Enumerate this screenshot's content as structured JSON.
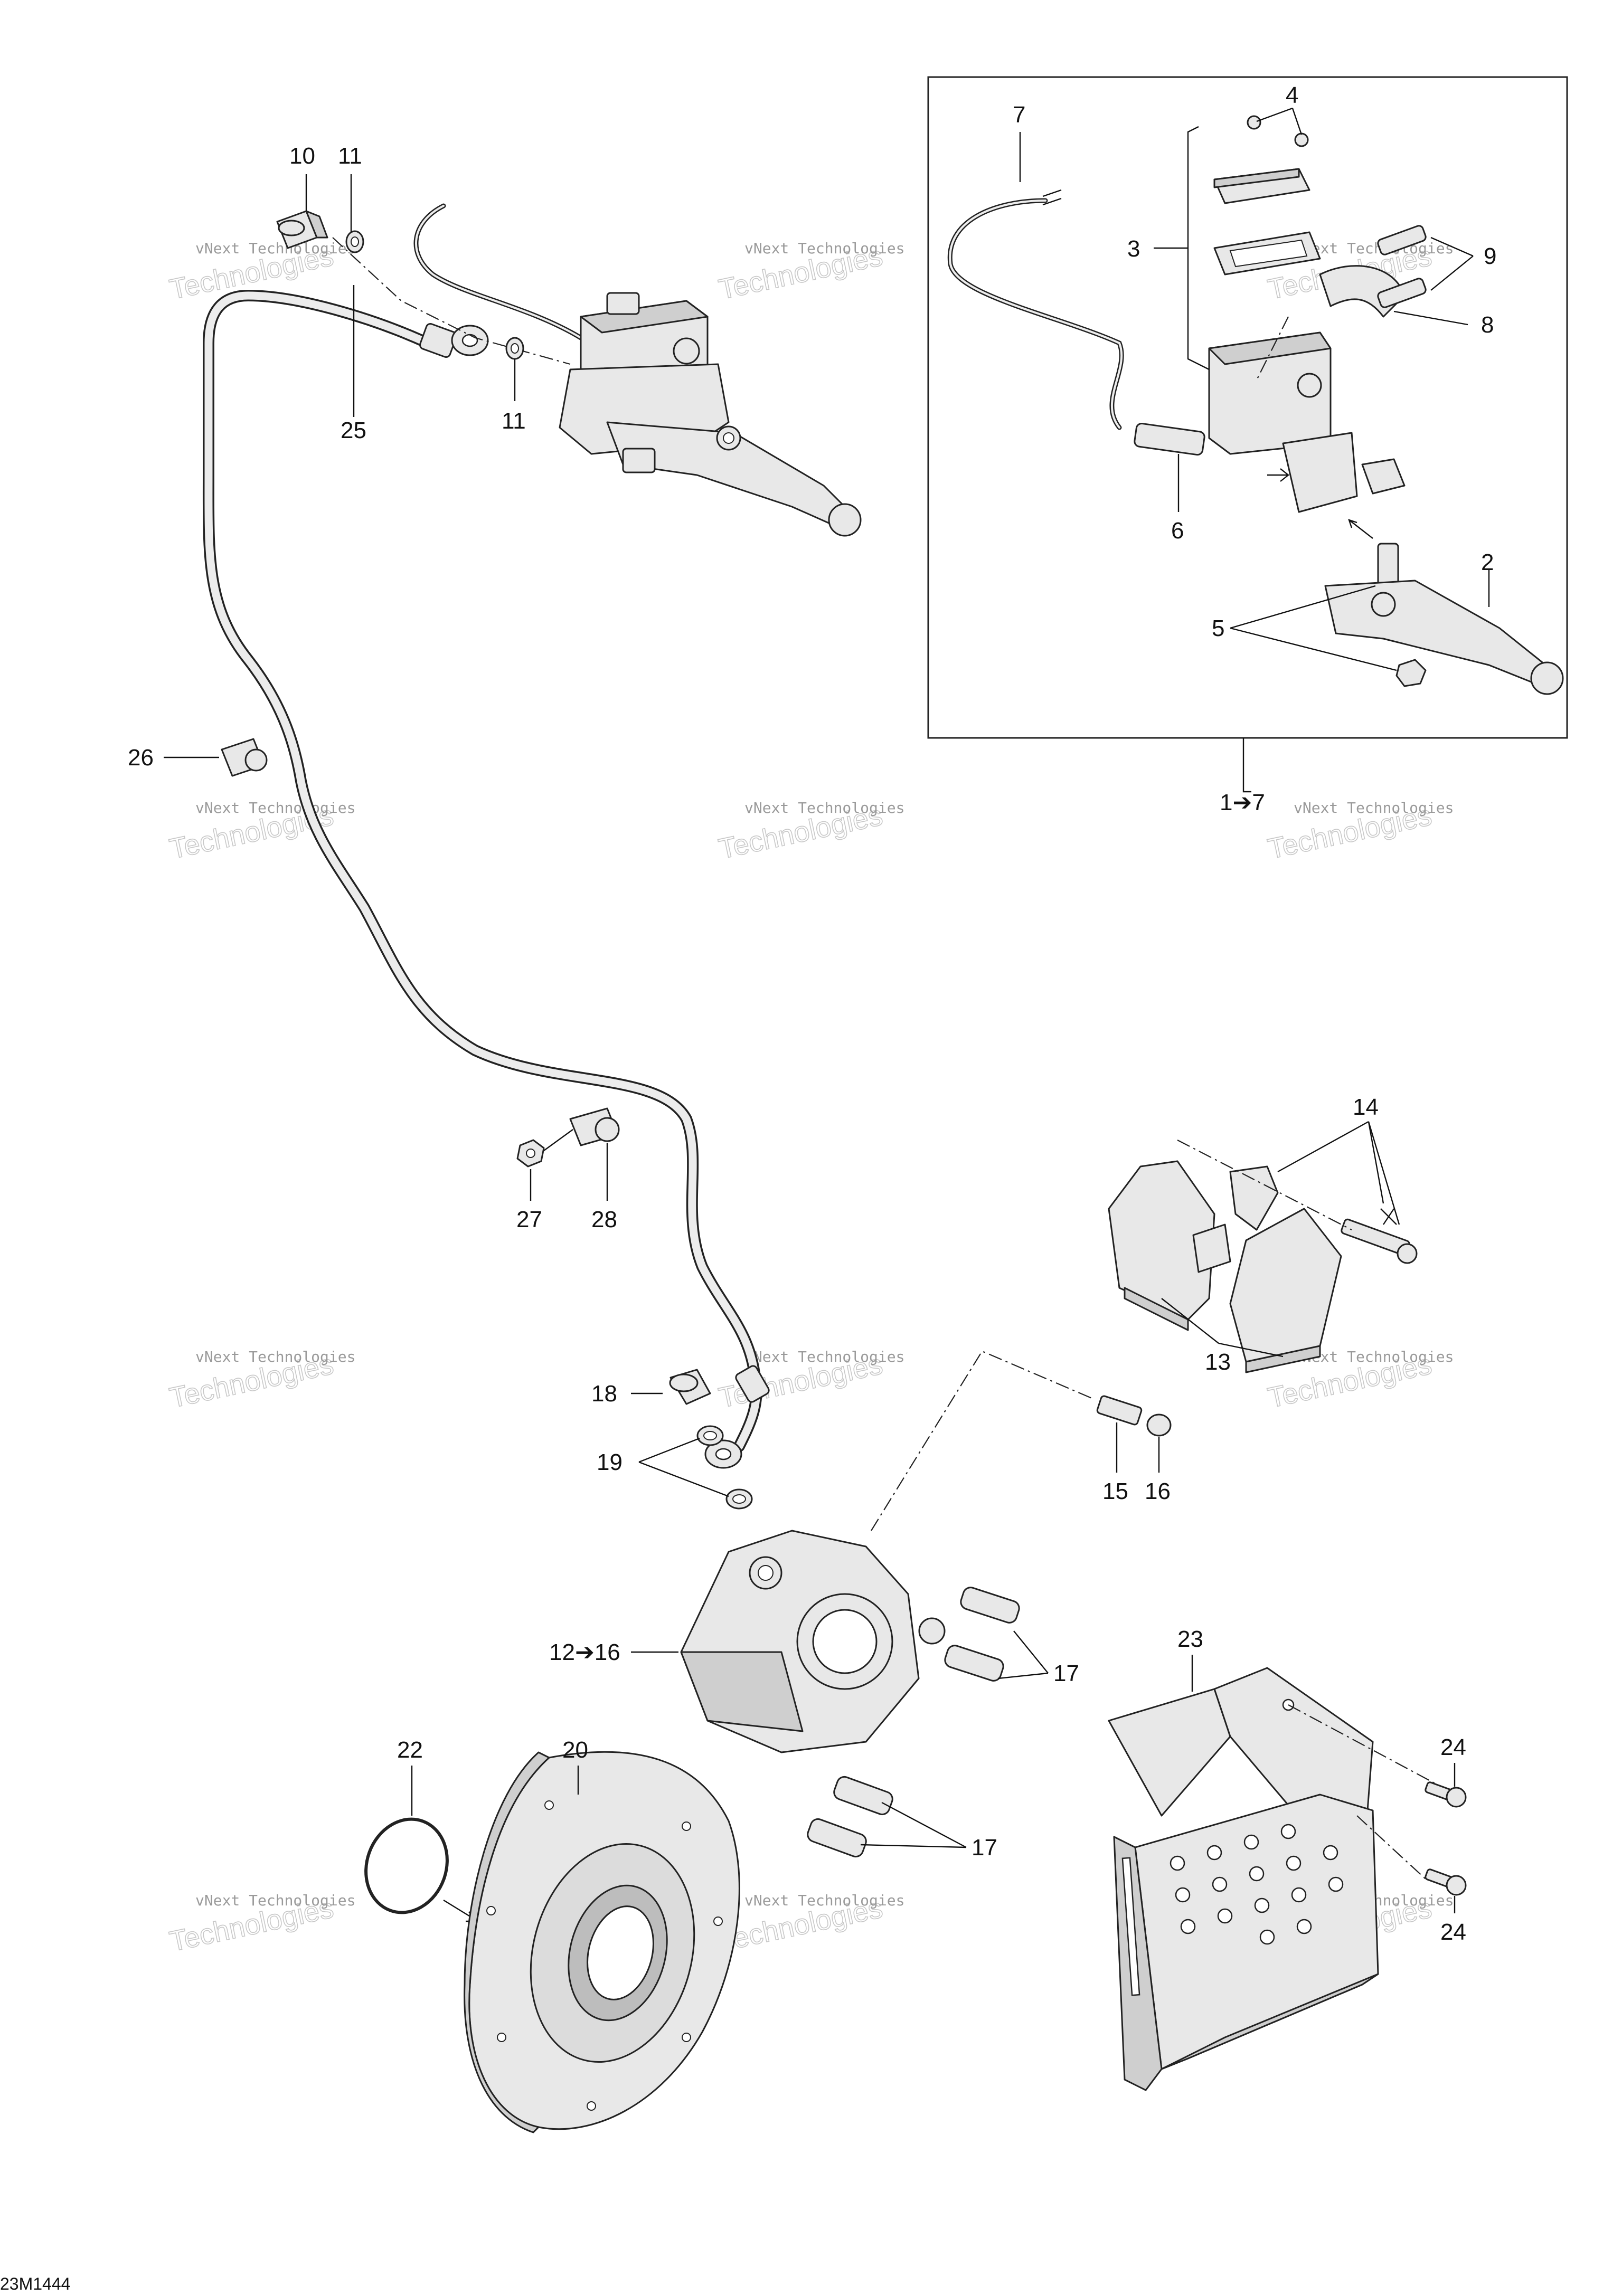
{
  "diagram": {
    "drawing_code": "23M1444",
    "watermark_text": "vNext Technologies",
    "watermark_word": "Technologies",
    "callouts": [
      {
        "id": "c10",
        "text": "10"
      },
      {
        "id": "c11a",
        "text": "11"
      },
      {
        "id": "c11b",
        "text": "11"
      },
      {
        "id": "c25",
        "text": "25"
      },
      {
        "id": "c26",
        "text": "26"
      },
      {
        "id": "c27",
        "text": "27"
      },
      {
        "id": "c28",
        "text": "28"
      },
      {
        "id": "c7",
        "text": "7"
      },
      {
        "id": "c4",
        "text": "4"
      },
      {
        "id": "c3",
        "text": "3"
      },
      {
        "id": "c9",
        "text": "9"
      },
      {
        "id": "c8",
        "text": "8"
      },
      {
        "id": "c6",
        "text": "6"
      },
      {
        "id": "c2",
        "text": "2"
      },
      {
        "id": "c5",
        "text": "5"
      },
      {
        "id": "c1to7",
        "text": "1➔7"
      },
      {
        "id": "c14",
        "text": "14"
      },
      {
        "id": "c13",
        "text": "13"
      },
      {
        "id": "c18",
        "text": "18"
      },
      {
        "id": "c19",
        "text": "19"
      },
      {
        "id": "c15",
        "text": "15"
      },
      {
        "id": "c16",
        "text": "16"
      },
      {
        "id": "c12to16",
        "text": "12➔16"
      },
      {
        "id": "c17a",
        "text": "17"
      },
      {
        "id": "c17b",
        "text": "17"
      },
      {
        "id": "c22",
        "text": "22"
      },
      {
        "id": "c20",
        "text": "20"
      },
      {
        "id": "c23",
        "text": "23"
      },
      {
        "id": "c24a",
        "text": "24"
      },
      {
        "id": "c24b",
        "text": "24"
      }
    ]
  }
}
